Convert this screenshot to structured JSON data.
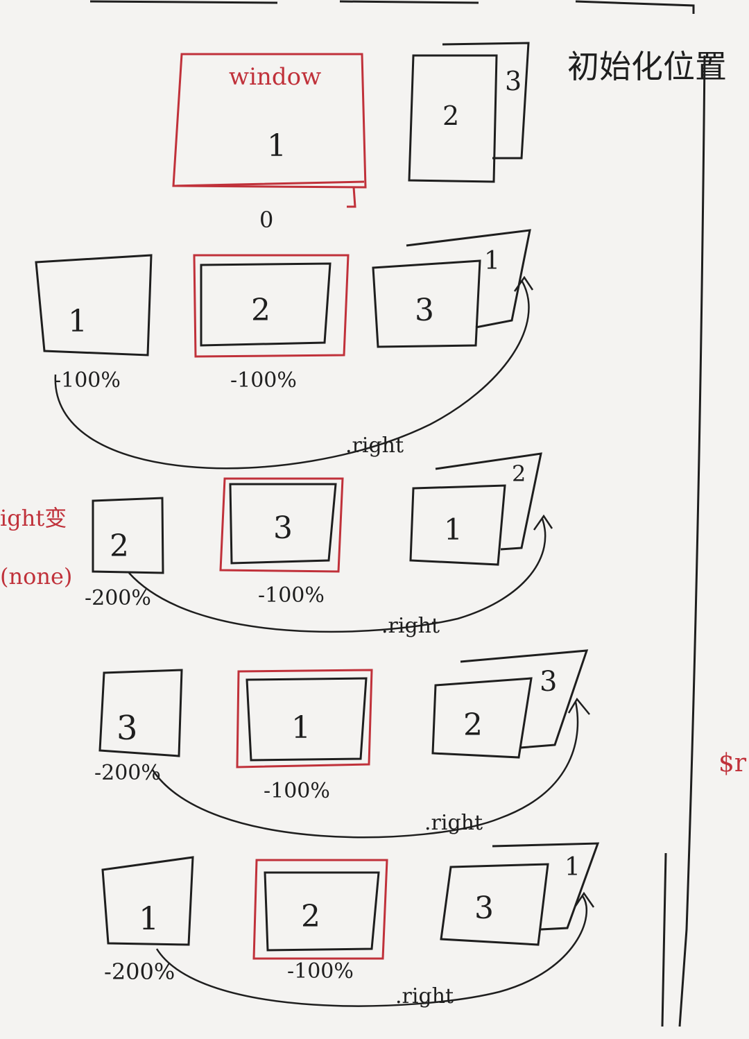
{
  "colors": {
    "ink": "#1e1e1e",
    "red": "#c0313a",
    "board": "#f4f3f1"
  },
  "header": {
    "init_label": "初始化位置"
  },
  "top": {
    "window_label": "window",
    "active_num": "1",
    "stack_front": "2",
    "stack_back": "3",
    "offset_label": "0"
  },
  "stages": [
    {
      "left_num": "1",
      "left_offset": "-100%",
      "active_num": "2",
      "active_offset": "-100%",
      "stack_front": "3",
      "stack_back": "1",
      "arc_label": ".right"
    },
    {
      "left_num": "2",
      "left_offset": "-200%",
      "active_num": "3",
      "active_offset": "-100%",
      "stack_front": "1",
      "stack_back": "2",
      "arc_label": ".right"
    },
    {
      "left_num": "3",
      "left_offset": "-200%",
      "active_num": "1",
      "active_offset": "-100%",
      "stack_front": "2",
      "stack_back": "3",
      "arc_label": ".right"
    },
    {
      "left_num": "1",
      "left_offset": "-200%",
      "active_num": "2",
      "active_offset": "-100%",
      "stack_front": "3",
      "stack_back": "1",
      "arc_label": ".right"
    }
  ],
  "margin_notes": {
    "note_right": "ight变",
    "note_none": "(none)",
    "note_dollar": "$r"
  }
}
